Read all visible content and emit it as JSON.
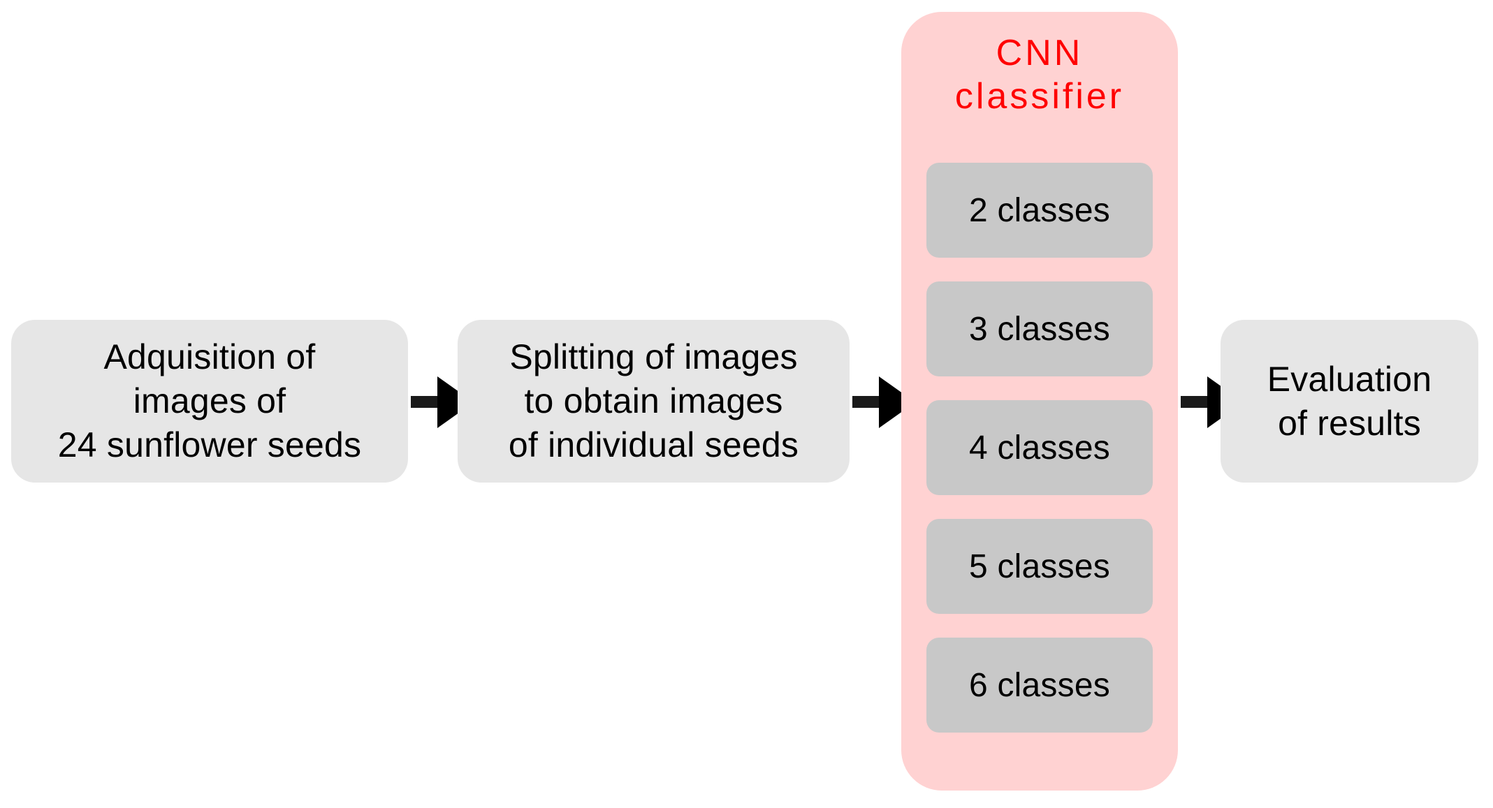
{
  "diagram": {
    "type": "flowchart",
    "orientation": "left-to-right",
    "background_color": "#ffffff",
    "stages": [
      {
        "id": "acquisition",
        "label": "Adquisition of\nimages of\n24 sunflower seeds",
        "fill_color": "#e6e6e6",
        "text_color": "#000000"
      },
      {
        "id": "splitting",
        "label": "Splitting of images\nto obtain images\nof individual seeds",
        "fill_color": "#e6e6e6",
        "text_color": "#000000"
      },
      {
        "id": "evaluation",
        "label": "Evaluation\nof results",
        "fill_color": "#e6e6e6",
        "text_color": "#000000"
      }
    ],
    "cnn_panel": {
      "title": "CNN\nclassifier",
      "title_color": "#ff0000",
      "fill_color": "#ffd2d2",
      "items": [
        {
          "label": "2 classes"
        },
        {
          "label": "3 classes"
        },
        {
          "label": "4 classes"
        },
        {
          "label": "5 classes"
        },
        {
          "label": "6 classes"
        }
      ],
      "item_fill_color": "#c8c8c8"
    },
    "arrows": [
      {
        "id": "acquisition-to-splitting",
        "color": "#000000"
      },
      {
        "id": "splitting-to-cnn",
        "color": "#000000"
      },
      {
        "id": "cnn-to-evaluation",
        "color": "#000000"
      }
    ]
  }
}
